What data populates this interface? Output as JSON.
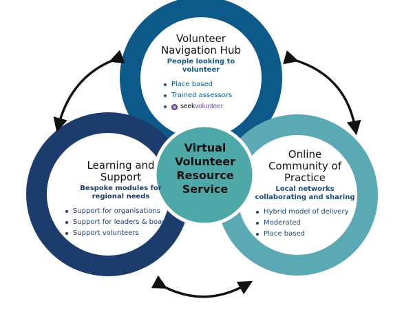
{
  "colors": {
    "top_ring": "#0d5a8a",
    "left_ring": "#1d3c6e",
    "right_ring": "#5aa9b4",
    "center_fill": "#4ea8a8",
    "top_sub": "#0e5a8e",
    "left_sub": "#1d3c6e",
    "right_sub": "#1b4a7a",
    "seek_logo": "#6b4aa0"
  },
  "center": {
    "lines": [
      "Virtual",
      "Volunteer",
      "Resource",
      "Service"
    ]
  },
  "top": {
    "title": [
      "Volunteer",
      "Navigation Hub"
    ],
    "subtitle": [
      "People looking to",
      "volunteer"
    ],
    "bullets": [
      "Place based",
      "Trained assessors"
    ],
    "logo_icon": "seekvolunteer-logo-icon",
    "logo_text": {
      "a": "seek",
      "b": "volunteer"
    }
  },
  "left": {
    "title": [
      "Learning and",
      "Support"
    ],
    "subtitle": [
      "Bespoke modules for",
      "regional needs"
    ],
    "bullets": [
      "Support for organisations",
      "Support for leaders & boards",
      "Support volunteers"
    ]
  },
  "right": {
    "title": [
      "Online",
      "Community of",
      "Practice"
    ],
    "subtitle": [
      "Local networks",
      "collaborating and sharing"
    ],
    "bullets": [
      "Hybrid model of delivery",
      "Moderated",
      "Place based"
    ]
  },
  "arrows": [
    "double-headed-arrow-icon",
    "double-headed-arrow-icon",
    "double-headed-arrow-icon"
  ]
}
